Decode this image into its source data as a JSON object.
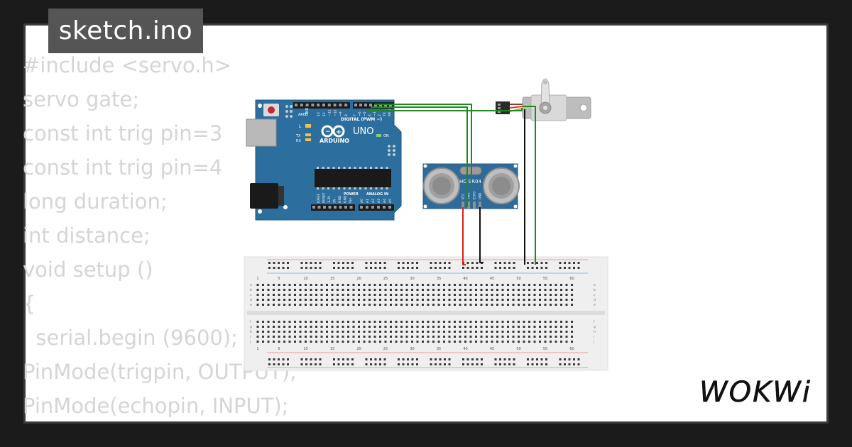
{
  "tab": {
    "filename": "sketch.ino"
  },
  "code_lines": [
    "#include <servo.h>",
    "servo gate;",
    "const int trig pin=3",
    "const int trig pin=4",
    "long duration;",
    "int distance;",
    "void setup ()",
    "{",
    "  serial.begin (9600);",
    "PinMode(trigpin, OUTPUT);",
    "PinMode(echopin, INPUT);"
  ],
  "arduino": {
    "model": "UNO",
    "brand": "ARDUINO",
    "digital_label": "DIGITAL (PWM ~)",
    "power_label": "POWER",
    "analog_label": "ANALOG IN",
    "aref": "AREF",
    "gnd": "GND",
    "led_l": "L",
    "led_tx": "TX",
    "led_rx": "RX",
    "on_label": "ON",
    "digital_pins": [
      "13",
      "12",
      "~11",
      "~10",
      "~9",
      "8",
      "7",
      "~6",
      "~5",
      "4",
      "~3",
      "2",
      "TX 1",
      "RX 0"
    ],
    "power_pins": [
      "IOREF",
      "RESET",
      "3.3V",
      "5V",
      "GND",
      "GND",
      "Vin"
    ],
    "analog_pins": [
      "A0",
      "A1",
      "A2",
      "A3",
      "A4",
      "A5"
    ]
  },
  "sensor": {
    "model": "HC-SR04",
    "pins": [
      "VCC",
      "TRIG",
      "ECHO",
      "GND"
    ]
  },
  "breadboard": {
    "column_numbers": [
      "1",
      "5",
      "10",
      "15",
      "20",
      "25",
      "30",
      "35",
      "40",
      "45",
      "50",
      "55",
      "60"
    ],
    "row_letters_top": [
      "a",
      "b",
      "c",
      "d",
      "e"
    ],
    "row_letters_bottom": [
      "f",
      "g",
      "h",
      "i",
      "j"
    ]
  },
  "logo": {
    "text": "WOKWi"
  },
  "colors": {
    "background": "#1b1b1b",
    "card": "#ffffff",
    "tab": "#555555",
    "code_text": "#d5d5d5",
    "arduino_board": "#2c6e9e",
    "sensor_board": "#2f6b9a",
    "wire_green": "#1e8a1e",
    "wire_red": "#e11b1b",
    "wire_black": "#111111"
  }
}
